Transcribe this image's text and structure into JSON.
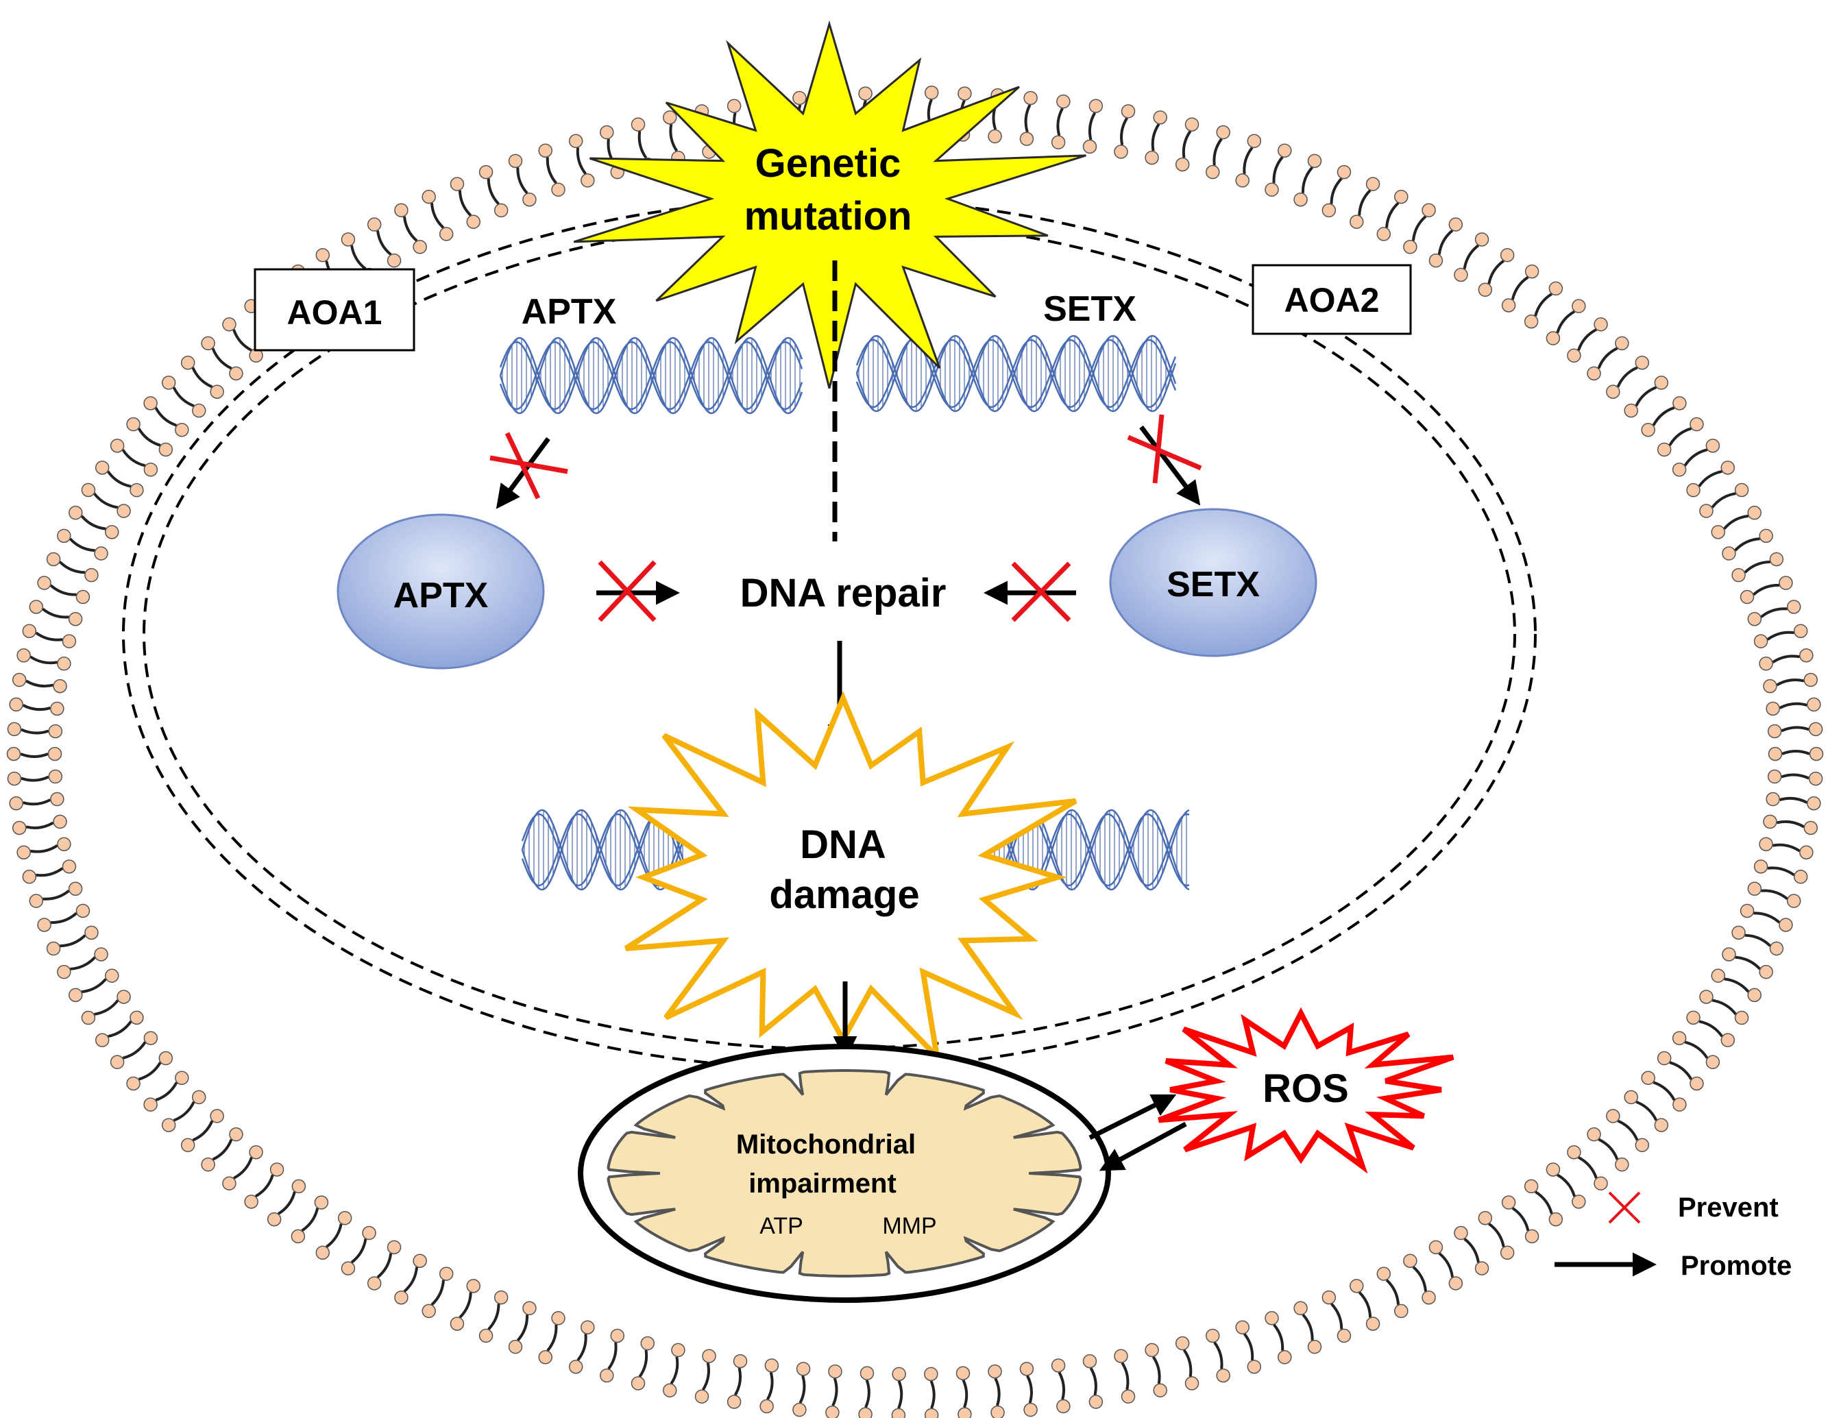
{
  "diagram": {
    "top_burst": {
      "line1": "Genetic",
      "line2": "mutation"
    },
    "left_box": "AOA1",
    "right_box": "AOA2",
    "left_gene_label": "APTX",
    "right_gene_label": "SETX",
    "left_protein": "APTX",
    "right_protein": "SETX",
    "center_process": "DNA repair",
    "damage_burst": {
      "line1": "DNA",
      "line2": "damage"
    },
    "mito": {
      "line1": "Mitochondrial",
      "line2": "impairment",
      "atp": "ATP",
      "mmp": "MMP"
    },
    "ros": "ROS",
    "legend": {
      "prevent": "Prevent",
      "promote": "Promote"
    },
    "colors": {
      "prevent_cross": "#e8141b",
      "burst_yellow": "#ffff00",
      "damage_outline": "#f5b10a",
      "ros_outline": "#ff0000",
      "protein_fill": "#aebfe6",
      "mito_fill": "#f8e3b4",
      "lipid_head": "#f7c9a6",
      "dna_strand": "#4a6cb3"
    }
  }
}
